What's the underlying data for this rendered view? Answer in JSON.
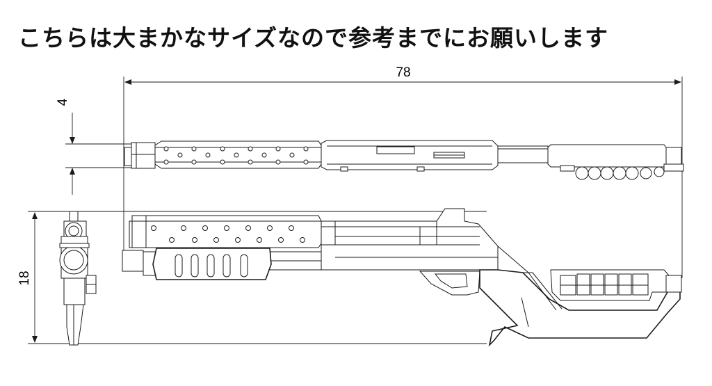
{
  "title": "こちらは大まかなサイズなので参考までにお願いします",
  "dimensions": {
    "overall_length": "78",
    "barrel_height": "4",
    "overall_height": "18"
  },
  "colors": {
    "line": "#1a1a1a",
    "background": "#ffffff"
  }
}
